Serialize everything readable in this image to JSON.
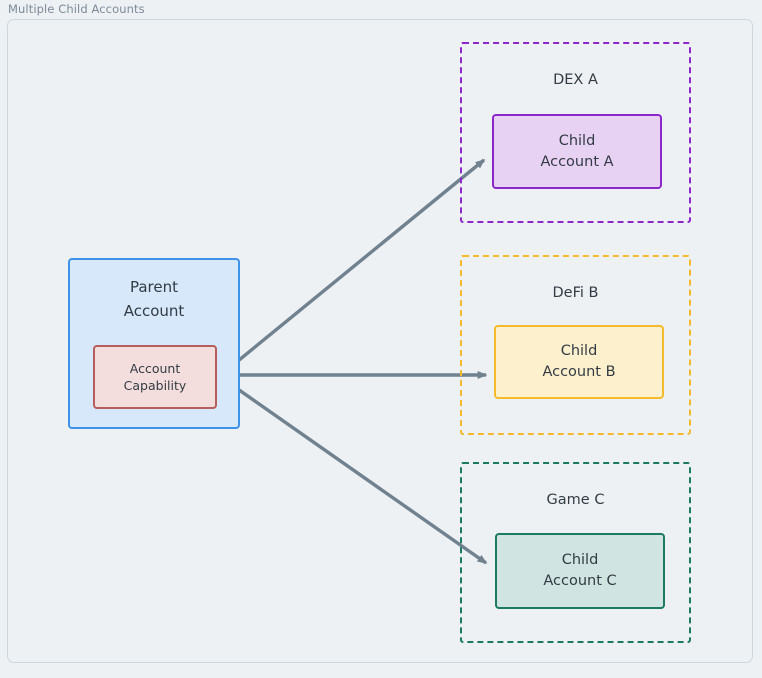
{
  "diagram": {
    "caption": "Multiple Child Accounts",
    "colors": {
      "background": "#eef1f4",
      "frame_border": "#ccd6df",
      "caption_text": "#7b8a99",
      "node_text": "#333b44",
      "arrow": "#708190",
      "parent_fill": "#d7e8fa",
      "parent_border": "#3d93e8",
      "capability_fill": "#f3dedd",
      "capability_border": "#b55e5c",
      "dex_accent": "#8c27c9",
      "dex_fill": "#e8d2f4",
      "defi_accent": "#f4ba2c",
      "defi_fill": "#fdf0cd",
      "game_accent": "#1c7a62",
      "game_fill": "#d0e5e2"
    },
    "parent": {
      "title_line1": "Parent",
      "title_line2": "Account",
      "capability": {
        "line1": "Account",
        "line2": "Capability"
      }
    },
    "groups": [
      {
        "label": "DEX A",
        "child_line1": "Child",
        "child_line2": "Account A"
      },
      {
        "label": "DeFi B",
        "child_line1": "Child",
        "child_line2": "Account B"
      },
      {
        "label": "Game C",
        "child_line1": "Child",
        "child_line2": "Account C"
      }
    ],
    "edges": [
      {
        "name": "parent-to-child-a",
        "from": "Account Capability",
        "to": "Child Account A"
      },
      {
        "name": "parent-to-child-b",
        "from": "Account Capability",
        "to": "Child Account B"
      },
      {
        "name": "parent-to-child-c",
        "from": "Account Capability",
        "to": "Child Account C"
      }
    ]
  }
}
